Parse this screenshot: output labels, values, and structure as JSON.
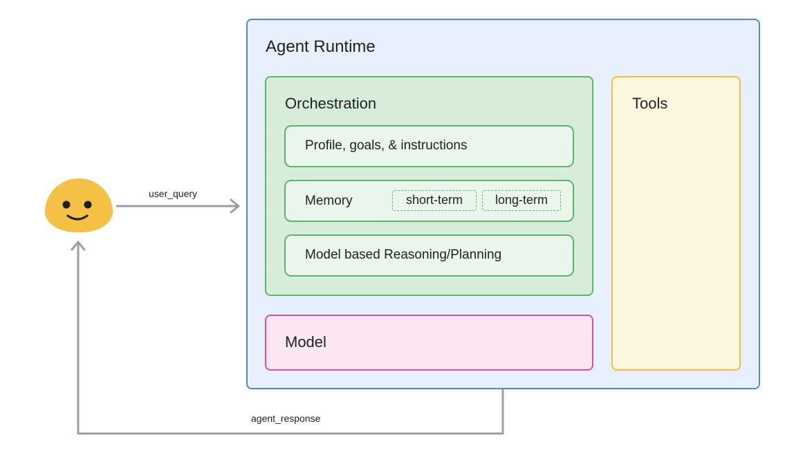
{
  "user": {
    "icon": "smiley-face-icon",
    "color": "#f4c145"
  },
  "edges": {
    "query_label": "user_query",
    "response_label": "agent_response",
    "color": "#9e9e9e"
  },
  "runtime": {
    "title": "Agent Runtime",
    "color": "#4f86e0",
    "orchestration": {
      "title": "Orchestration",
      "items": {
        "profile": "Profile, goals, & instructions",
        "memory": "Memory",
        "reasoning": "Model based Reasoning/Planning"
      },
      "memory_types": [
        "short-term",
        "long-term"
      ]
    },
    "model": {
      "label": "Model",
      "color": "#d0549a"
    },
    "tools": {
      "label": "Tools",
      "color": "#f2bd42"
    }
  }
}
